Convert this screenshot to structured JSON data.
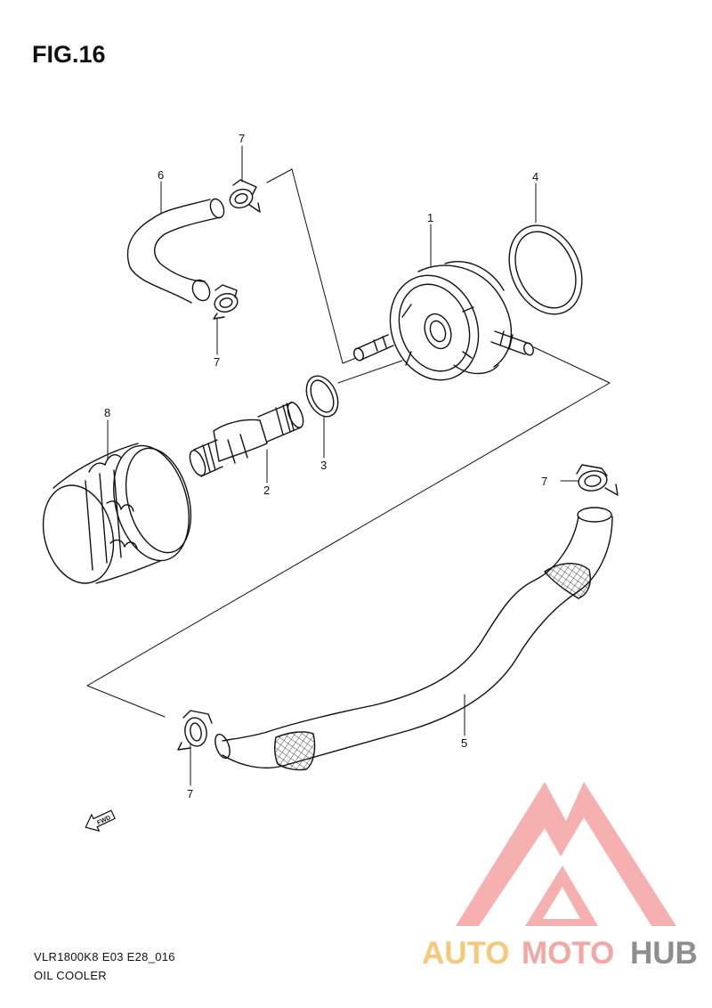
{
  "figure": {
    "title": "FIG.16"
  },
  "callouts": [
    {
      "id": "1",
      "label": "1"
    },
    {
      "id": "2",
      "label": "2"
    },
    {
      "id": "3",
      "label": "3"
    },
    {
      "id": "4",
      "label": "4"
    },
    {
      "id": "5",
      "label": "5"
    },
    {
      "id": "6",
      "label": "6"
    },
    {
      "id": "7a",
      "label": "7"
    },
    {
      "id": "7b",
      "label": "7"
    },
    {
      "id": "7c",
      "label": "7"
    },
    {
      "id": "7d",
      "label": "7"
    },
    {
      "id": "8",
      "label": "8"
    }
  ],
  "direction_marker": {
    "label": "FWD"
  },
  "footer": {
    "model_code": "VLR1800K8 E03 E28_016",
    "caption": "OIL COOLER"
  },
  "watermark": {
    "word_part_1": "AUTO",
    "word_part_2": "MOTO",
    "word_part_3": "HUB",
    "colors": {
      "part_1": "#f8c87a",
      "part_2": "#f2a7a2",
      "part_3": "#8e8e8e",
      "logo": "#f5a3a3"
    }
  }
}
